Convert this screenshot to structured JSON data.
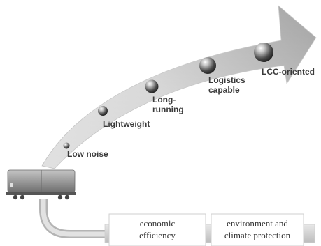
{
  "milestones": [
    {
      "label_lines": [
        "Low noise"
      ]
    },
    {
      "label_lines": [
        "Lightweight"
      ]
    },
    {
      "label_lines": [
        "Long-",
        "running"
      ]
    },
    {
      "label_lines": [
        "Logistics",
        "capable"
      ]
    },
    {
      "label_lines": [
        "LCC-oriented"
      ]
    }
  ],
  "boxes": [
    {
      "lines": [
        "economic",
        "efficiency"
      ]
    },
    {
      "lines": [
        "environment and",
        "climate protection"
      ]
    }
  ],
  "colors": {
    "arrow_light": "#f4f4f4",
    "arrow_dark": "#a6a6a6",
    "sphere_dark": "#3c3c3c",
    "pipe": "#c8c8c8",
    "wagon": "#8a8a8a"
  }
}
